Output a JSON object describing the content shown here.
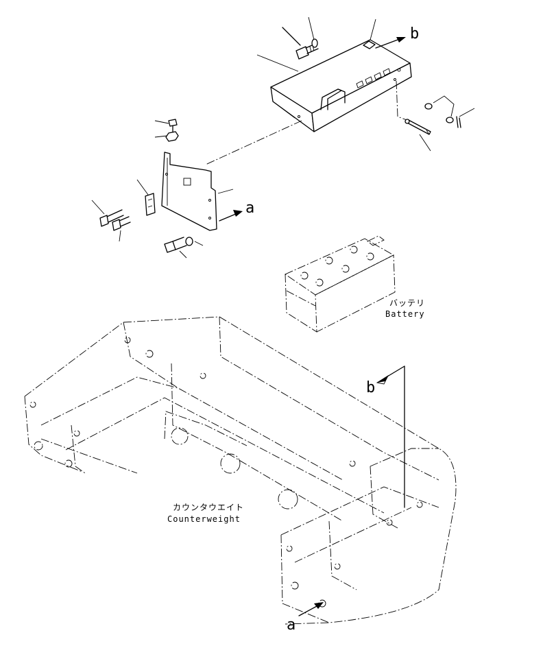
{
  "labels": {
    "battery_jp": "バッテリ",
    "battery_en": "Battery",
    "counterweight_jp": "カウンタウエイト",
    "counterweight_en": "Counterweight",
    "ref_a": "a",
    "ref_b": "b"
  }
}
